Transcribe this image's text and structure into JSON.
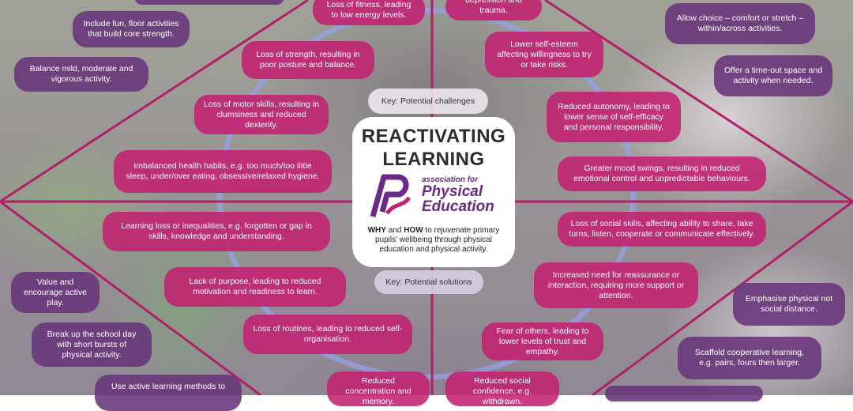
{
  "center": {
    "title_line1": "REACTIVATING",
    "title_line2": "LEARNING",
    "logo_line1": "association for",
    "logo_line2": "Physical",
    "logo_line3": "Education",
    "desc_why": "WHY",
    "desc_and": " and ",
    "desc_how": "HOW",
    "desc_rest": " to rejuvenate primary pupils’ wellbeing through physical education and physical activity."
  },
  "keys": {
    "challenges": "Key: Potential challenges",
    "solutions": "Key: Potential solutions"
  },
  "challenges": [
    "Loss of fitness, leading to low energy levels.",
    "Loss of strength, resulting in poor posture and balance.",
    "Loss of motor skills, resulting in clumsiness and reduced dexterity.",
    "Imbalanced health habits, e.g. too much/too little sleep, under/over eating, obsessive/relaxed hygiene.",
    "Learning loss or inequalities, e.g. forgotten or gap in skills, knowledge and understanding.",
    "Lack of purpose, leading to reduced motivation and readiness to learn.",
    "Loss of routines, leading to reduced self-organisation.",
    "Reduced concentration and memory.",
    "depression and trauma.",
    "Lower self-esteem affecting willingness to try or take risks.",
    "Reduced autonomy, leading to lower sense of self-efficacy and personal responsibility.",
    "Greater mood swings, resulting in reduced emotional control and unpredictable behaviours.",
    "Loss of social skills, affecting ability to share, take turns, listen, cooperate or communicate effectively.",
    "Increased need for reassurance or interaction, requiring more support or attention.",
    "Fear of others, leading to lower levels of trust and empathy.",
    "Reduced social confidence, e.g. withdrawn."
  ],
  "solutions": [
    "Include fun, floor activities that build core strength.",
    "Balance mild, moderate and vigorous activity.",
    "Value and encourage active play.",
    "Break up the school day with short bursts of physical activity.",
    "Use active learning methods to",
    "Allow choice – comfort or stretch – within/across activities.",
    "Offer a time-out space and activity when needed.",
    "Emphasise physical not social distance.",
    "Scaffold cooperative learning, e.g. pairs, fours then larger."
  ]
}
